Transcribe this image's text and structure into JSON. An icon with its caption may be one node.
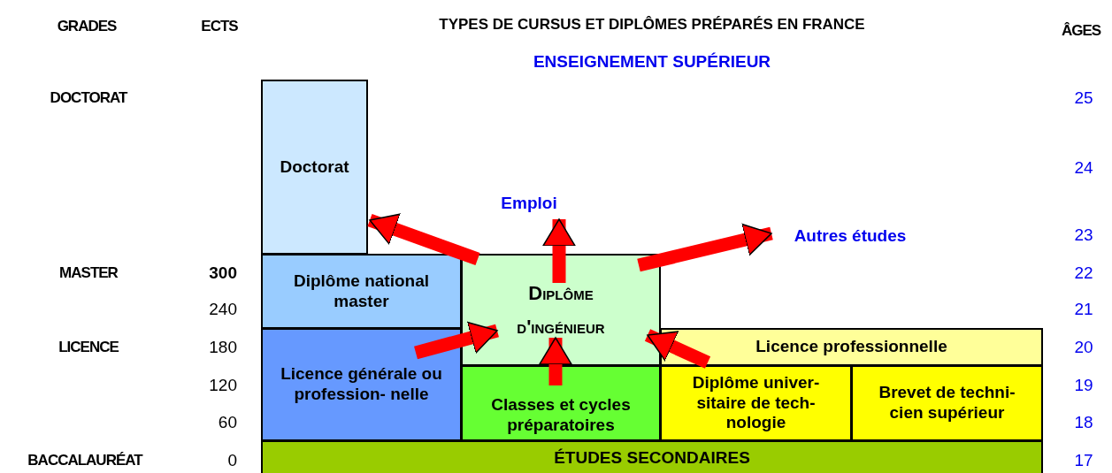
{
  "diagram": {
    "title": "TYPES DE CURSUS ET DIPLÔMES PRÉPARÉS EN FRANCE",
    "nodes": [
      {
        "text": [
          "Doctorat"
        ]
      },
      {
        "text": [
          "Diplôme national master"
        ]
      },
      {
        "text": [
          "Licence générale ou profession- nelle"
        ]
      },
      {
        "text": [
          "Diplôme d'ingénieur"
        ]
      },
      {
        "text": [
          "Classes et cycles préparatoires"
        ]
      },
      {
        "text": [
          "Licence professionnelle"
        ]
      },
      {
        "text": [
          "Diplôme univer- sitaire de tech- nologie"
        ]
      },
      {
        "text": [
          "Brevet de techni- cien supérieur"
        ]
      },
      {
        "text": [
          "ÉTUDES SECONDAIRES"
        ]
      },
      {
        "text": [
          "Emploi"
        ]
      },
      {
        "text": [
          "Autres études"
        ]
      }
    ],
    "edges": [
      {
        "from": 3,
        "to": 0,
        "arrow": "to"
      },
      {
        "from": 3,
        "to": 9,
        "arrow": "to"
      },
      {
        "from": 3,
        "to": 10,
        "arrow": "to"
      },
      {
        "from": 2,
        "to": 3,
        "arrow": "to"
      },
      {
        "from": 4,
        "to": 3,
        "arrow": "to"
      },
      {
        "from": 5,
        "to": 3,
        "arrow": "to"
      }
    ],
    "labels": [
      "GRADES",
      "ECTS",
      "ÂGES",
      "ENSEIGNEMENT SUPÉRIEUR",
      "DOCTORAT",
      "25",
      "24",
      "23",
      "MASTER",
      "300",
      "22",
      "240",
      "21",
      "LICENCE",
      "180",
      "20",
      "120",
      "19",
      "60",
      "18",
      "BACCALAURÉAT",
      "0",
      "17"
    ]
  }
}
